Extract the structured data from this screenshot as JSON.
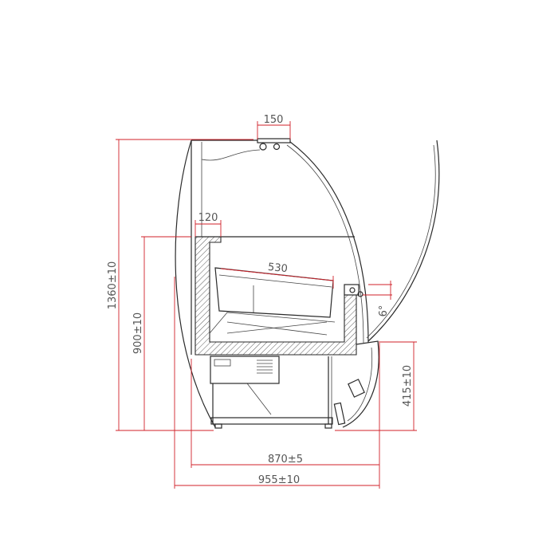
{
  "drawing": {
    "title": "Display counter side section",
    "dimensions": {
      "top_width": "150",
      "wall_width": "120",
      "tray_length": "530",
      "glass_angle": "6°",
      "total_height": "1360±10",
      "counter_height": "900±10",
      "front_height": "415±10",
      "depth_body": "870±5",
      "depth_total": "955±10"
    },
    "colors": {
      "dimension": "#d0212a",
      "outline": "#2a2a2a"
    }
  }
}
